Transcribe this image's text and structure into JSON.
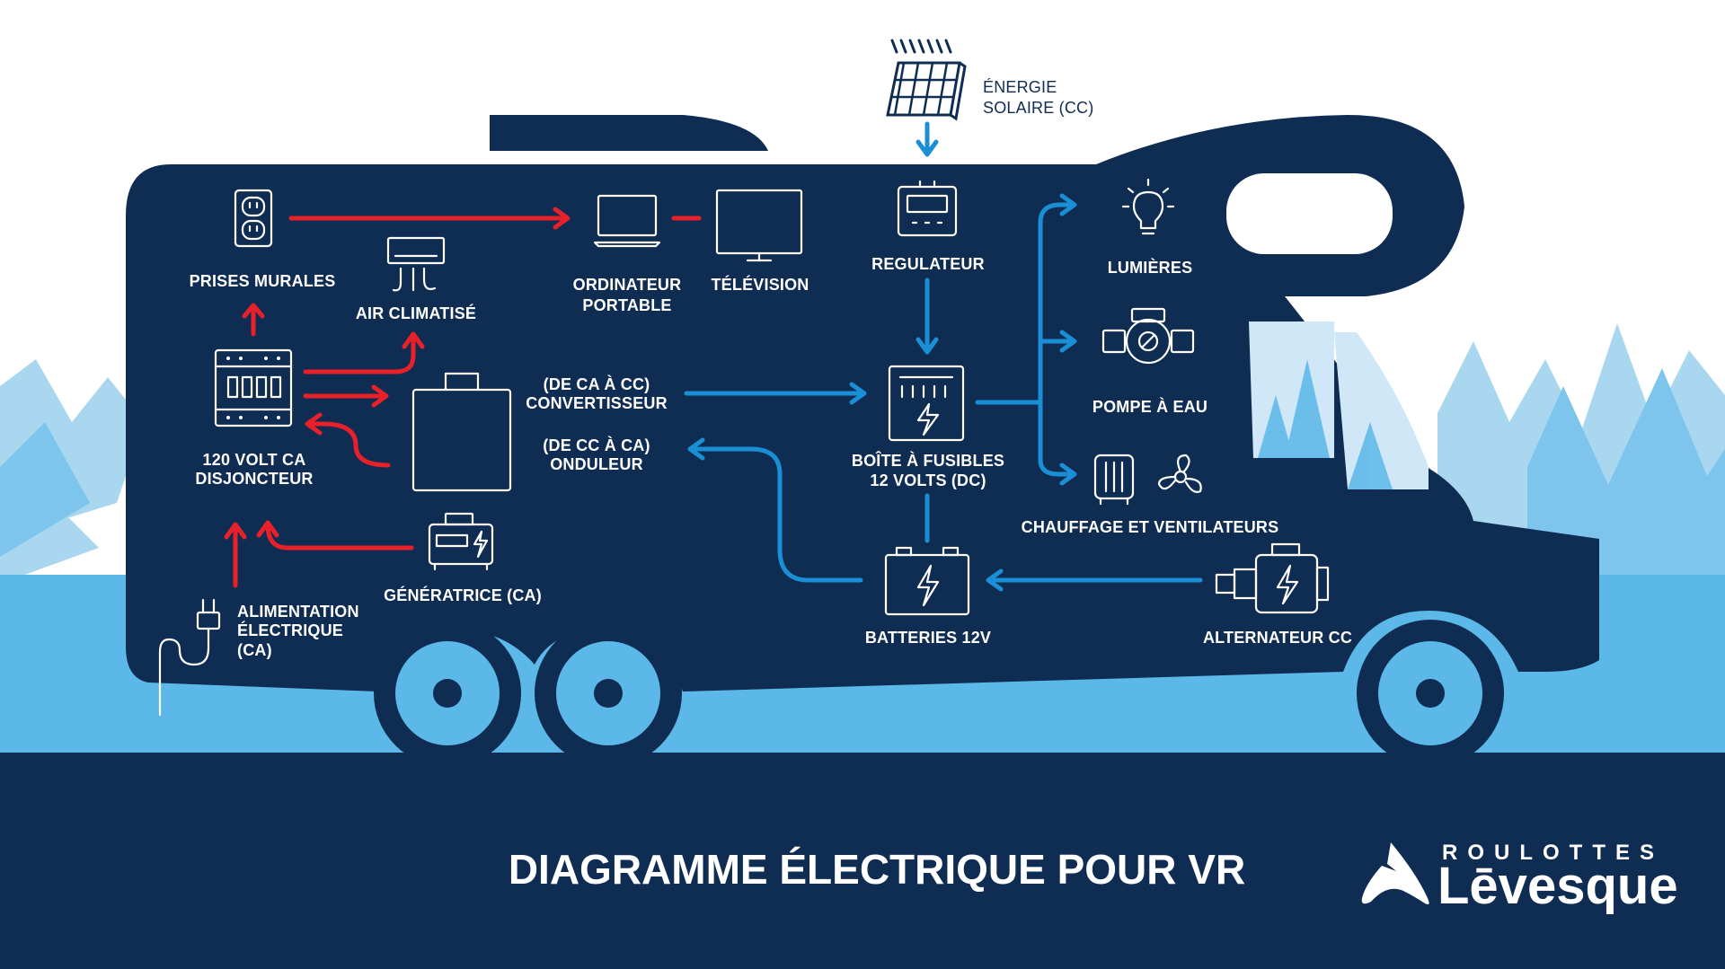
{
  "title": "DIAGRAMME ÉLECTRIQUE POUR VR",
  "brand": {
    "top": "ROULOTTES",
    "name": "Lēvesque"
  },
  "nodes": {
    "solar": {
      "line1": "ÉNERGIE",
      "line2": "SOLAIRE (CC)"
    },
    "outlets": {
      "line1": "PRISES MURALES"
    },
    "ac": {
      "line1": "AIR CLIMATISÉ"
    },
    "laptop": {
      "line1": "ORDINATEUR",
      "line2": "PORTABLE"
    },
    "tv": {
      "line1": "TÉLÉVISION"
    },
    "regulator": {
      "line1": "REGULATEUR"
    },
    "lights": {
      "line1": "LUMIÈRES"
    },
    "pump": {
      "line1": "POMPE À EAU"
    },
    "breaker": {
      "line1": "120 VOLT CA",
      "line2": "DISJONCTEUR"
    },
    "converter": {
      "line1": "(DE CA À CC)",
      "line2": "CONVERTISSEUR"
    },
    "inverter": {
      "line1": "(DE CC À CA)",
      "line2": "ONDULEUR"
    },
    "fusebox": {
      "line1": "BOÎTE À FUSIBLES",
      "line2": "12 VOLTS (DC)"
    },
    "heating": {
      "line1": "CHAUFFAGE ET VENTILATEURS"
    },
    "generator": {
      "line1": "GÉNÉRATRICE (CA)"
    },
    "shore": {
      "line1": "ALIMENTATION",
      "line2": "ÉLECTRIQUE",
      "line3": "(CA)"
    },
    "battery": {
      "line1": "BATTERIES 12V"
    },
    "alternator": {
      "line1": "ALTERNATEUR CC"
    }
  },
  "colors": {
    "navy": "#0f2c52",
    "sky": "#5bb8e8",
    "tree": "#a9d7f0",
    "ac_line": "#e8202a",
    "dc_line": "#1b8fd6",
    "window": "#cfe7f7"
  },
  "icons": [
    "solar-panel-icon",
    "wall-outlet-icon",
    "air-conditioner-icon",
    "laptop-icon",
    "television-icon",
    "regulator-icon",
    "light-bulb-icon",
    "water-pump-icon",
    "breaker-icon",
    "converter-box-icon",
    "fuse-box-icon",
    "heater-icon",
    "fan-icon",
    "generator-icon",
    "plug-icon",
    "battery-icon",
    "alternator-icon",
    "brand-logo-icon"
  ]
}
